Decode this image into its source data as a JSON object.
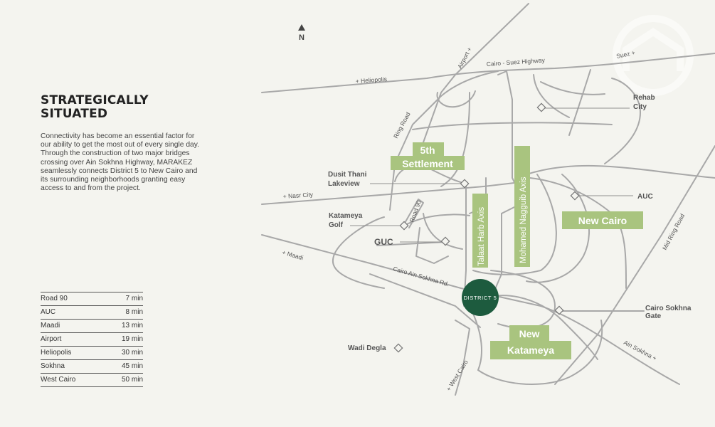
{
  "heading": {
    "line1": "STRATEGICALLY",
    "line2": "SITUATED"
  },
  "description": "Connectivity has become an essential factor for our ability to get the most out of every single day. Through the construction of two major bridges crossing over Ain Sokhna Highway, MARAKEZ seamlessly connects District 5 to New Cairo and its surrounding neighborhoods granting easy access to and from the project.",
  "travel_times": [
    {
      "place": "Road 90",
      "time": "7 min"
    },
    {
      "place": "AUC",
      "time": "8 min"
    },
    {
      "place": "Maadi",
      "time": "13 min"
    },
    {
      "place": "Airport",
      "time": "19 min"
    },
    {
      "place": "Heliopolis",
      "time": "30 min"
    },
    {
      "place": "Sokhna",
      "time": "45 min"
    },
    {
      "place": "West Cairo",
      "time": "50 min"
    }
  ],
  "map": {
    "north": "N",
    "project_marker": "DISTRICT 5",
    "roads": {
      "heliopolis": "+ Heliopolis",
      "airport": "Airport +",
      "cairo_suez": "Cairo - Suez Highway",
      "suez": "Suez +",
      "ring_road": "Ring Road",
      "nasr_city": "+ Nasr City",
      "road_90": "Road 90",
      "maadi": "+ Maadi",
      "cairo_ain_sokhna": "Cairo Ain Sokhna Rd.",
      "talaat_harb": "Talaat Harb Axis",
      "mohamed_naguib": "Mohamed Nagguib Axis",
      "mid_ring_road": "Mid Ring Road",
      "ain_sokhna": "Ain Sokhna +",
      "west_cairo": "+ West Cairo"
    },
    "areas": {
      "fifth_settlement_1": "5th",
      "fifth_settlement_2": "Settlement",
      "new_cairo": "New Cairo",
      "new_katameya_1": "New",
      "new_katameya_2": "Katameya"
    },
    "landmarks": {
      "rehab_1": "Rehab",
      "rehab_2": "City",
      "dusit_1": "Dusit Thani",
      "dusit_2": "Lakeview",
      "auc": "AUC",
      "katameya_golf_1": "Katameya",
      "katameya_golf_2": "Golf",
      "guc": "GUC",
      "sokhna_gate_1": "Cairo Sokhna",
      "sokhna_gate_2": "Gate",
      "wadi_degla": "Wadi Degla"
    },
    "colors": {
      "road": "#a8a8a8",
      "label_box": "#a9c47f",
      "marker": "#1d5b3e"
    }
  }
}
